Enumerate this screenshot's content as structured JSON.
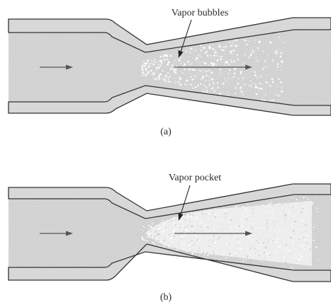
{
  "panels": [
    {
      "id": "a",
      "annotation": "Vapor bubbles",
      "caption": "(a)",
      "vapor": "bubbles"
    },
    {
      "id": "b",
      "annotation": "Vapor pocket",
      "caption": "(b)",
      "vapor": "pocket"
    }
  ],
  "colors": {
    "wall_fill": "#d8d8d8",
    "wall_stroke": "#333333",
    "fluid": "#dcdcdc",
    "vapor": "#ffffff",
    "text": "#2a2a2a"
  }
}
